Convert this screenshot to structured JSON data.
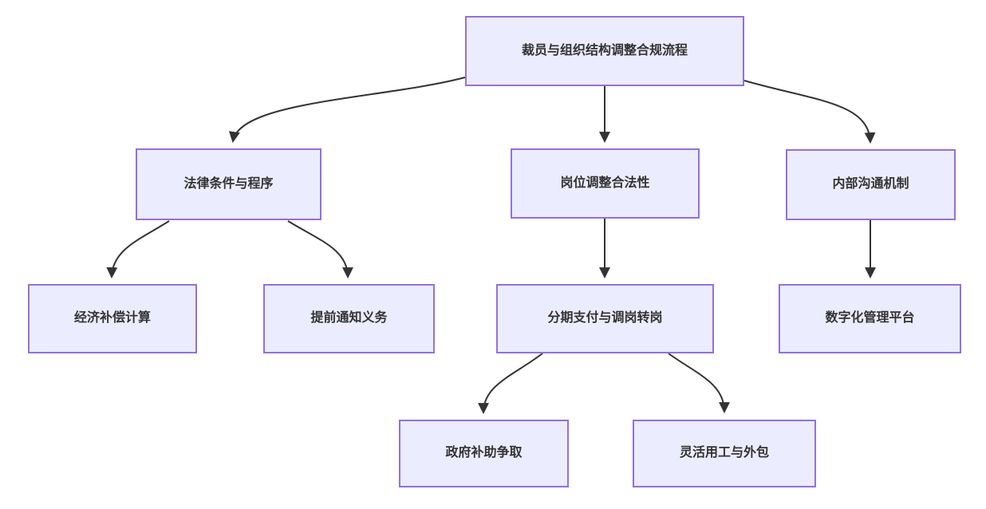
{
  "diagram": {
    "kind": "flowchart",
    "direction": "top-down",
    "colors": {
      "background": "#ffffff",
      "node_fill": "#ECECFF",
      "node_border": "#9370DB",
      "edge_stroke": "#333333",
      "text": "#333333"
    },
    "nodes": [
      {
        "id": "root",
        "label": "裁员与组织结构调整合规流程"
      },
      {
        "id": "legal",
        "label": "法律条件与程序"
      },
      {
        "id": "position",
        "label": "岗位调整合法性"
      },
      {
        "id": "comm",
        "label": "内部沟通机制"
      },
      {
        "id": "compensation",
        "label": "经济补偿计算"
      },
      {
        "id": "notice",
        "label": "提前通知义务"
      },
      {
        "id": "installment",
        "label": "分期支付与调岗转岗"
      },
      {
        "id": "digital",
        "label": "数字化管理平台"
      },
      {
        "id": "subsidy",
        "label": "政府补助争取"
      },
      {
        "id": "flexible",
        "label": "灵活用工与外包"
      }
    ],
    "edges": [
      {
        "from": "root",
        "to": "legal"
      },
      {
        "from": "root",
        "to": "position"
      },
      {
        "from": "root",
        "to": "comm"
      },
      {
        "from": "legal",
        "to": "compensation"
      },
      {
        "from": "legal",
        "to": "notice"
      },
      {
        "from": "position",
        "to": "installment"
      },
      {
        "from": "comm",
        "to": "digital"
      },
      {
        "from": "installment",
        "to": "subsidy"
      },
      {
        "from": "installment",
        "to": "flexible"
      }
    ]
  }
}
